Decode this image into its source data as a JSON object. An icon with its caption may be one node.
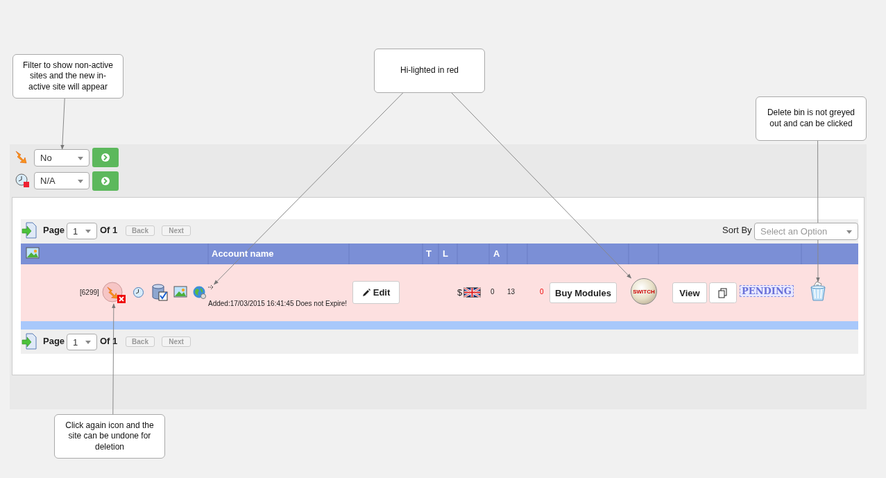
{
  "diagram": {
    "nodes": [
      {
        "text": [
          "Filter to show non-active sites and the new in-active site will appear"
        ]
      },
      {
        "text": [
          "Hi-lighted in red"
        ]
      },
      {
        "text": [
          "Delete bin is not greyed out and can be clicked"
        ]
      },
      {
        "text": [
          "Click again icon and the site can be undone for deletion"
        ]
      },
      {
        "text": [
          "No"
        ]
      },
      {
        "text": [
          "N/A"
        ]
      },
      {
        "text": [
          "SWITCH"
        ]
      },
      {
        "text": [],
        "shape": "picture"
      },
      {
        "text": [],
        "shape": "picture"
      },
      {
        "text": [],
        "shape": "picture"
      }
    ],
    "edges": [
      {
        "from": 0,
        "to": 4,
        "arrow": "to"
      },
      {
        "from": 1,
        "to": 8,
        "arrow": "to"
      },
      {
        "from": 1,
        "to": 6,
        "arrow": "to"
      },
      {
        "from": 2,
        "to": 9,
        "arrow": "to"
      },
      {
        "from": 3,
        "to": 7,
        "arrow": "to"
      }
    ],
    "labels": [
      "Page",
      "1",
      "Of 1",
      "Back",
      "Next",
      "Sort By",
      "Select an Option",
      "Account name",
      "T",
      "L",
      "A",
      "[6299]",
      "Added:17/03/2015 16:41:45 Does not Expire!",
      "Edit",
      "$",
      "0",
      "13",
      "0",
      "Buy Modules",
      "View",
      "PENDING",
      "Page",
      "1",
      "Of 1",
      "Back",
      "Next"
    ]
  }
}
